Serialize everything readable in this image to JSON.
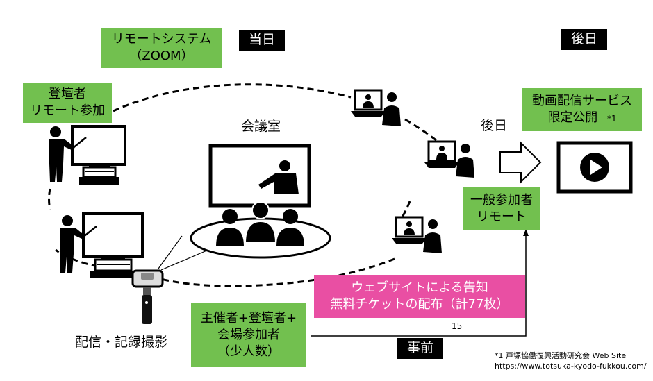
{
  "labels": {
    "remote_system": [
      "リモートシステム",
      "（ZOOM）"
    ],
    "day_of": "当日",
    "later_header": "後日",
    "presenter_remote": [
      "登壇者",
      "リモート参加"
    ],
    "meeting_room": "会議室",
    "later_arrow": "後日",
    "video_service": [
      "動画配信サービス",
      "限定公開"
    ],
    "video_service_note": "*1",
    "general_remote": [
      "一般参加者",
      "リモート"
    ],
    "website_notice": [
      "ウェブサイトによる告知",
      "無料チケットの配布（計77枚）"
    ],
    "onsite": [
      "主催者+登壇者+",
      "会場参加者",
      "（少人数）"
    ],
    "recording": "配信・記録撮影",
    "number_15": "15",
    "in_advance": "事前",
    "footnote": [
      "*1 戸塚協働復興活動研究会 Web Site",
      "https://www.totsuka-kyodo-fukkou.com/"
    ]
  },
  "colors": {
    "green": "#72c04f",
    "pink": "#e94fa3",
    "black": "#000000",
    "white": "#ffffff"
  },
  "icons": {
    "presenter_top": "presenter-at-screen-icon",
    "presenter_bottom": "presenter-at-screen-icon",
    "meeting_room": "meeting-audience-icon",
    "remote_viewers": "laptop-viewer-icon",
    "arrow": "hollow-right-arrow-icon",
    "video": "video-play-icon",
    "camera": "gimbal-camera-icon"
  }
}
